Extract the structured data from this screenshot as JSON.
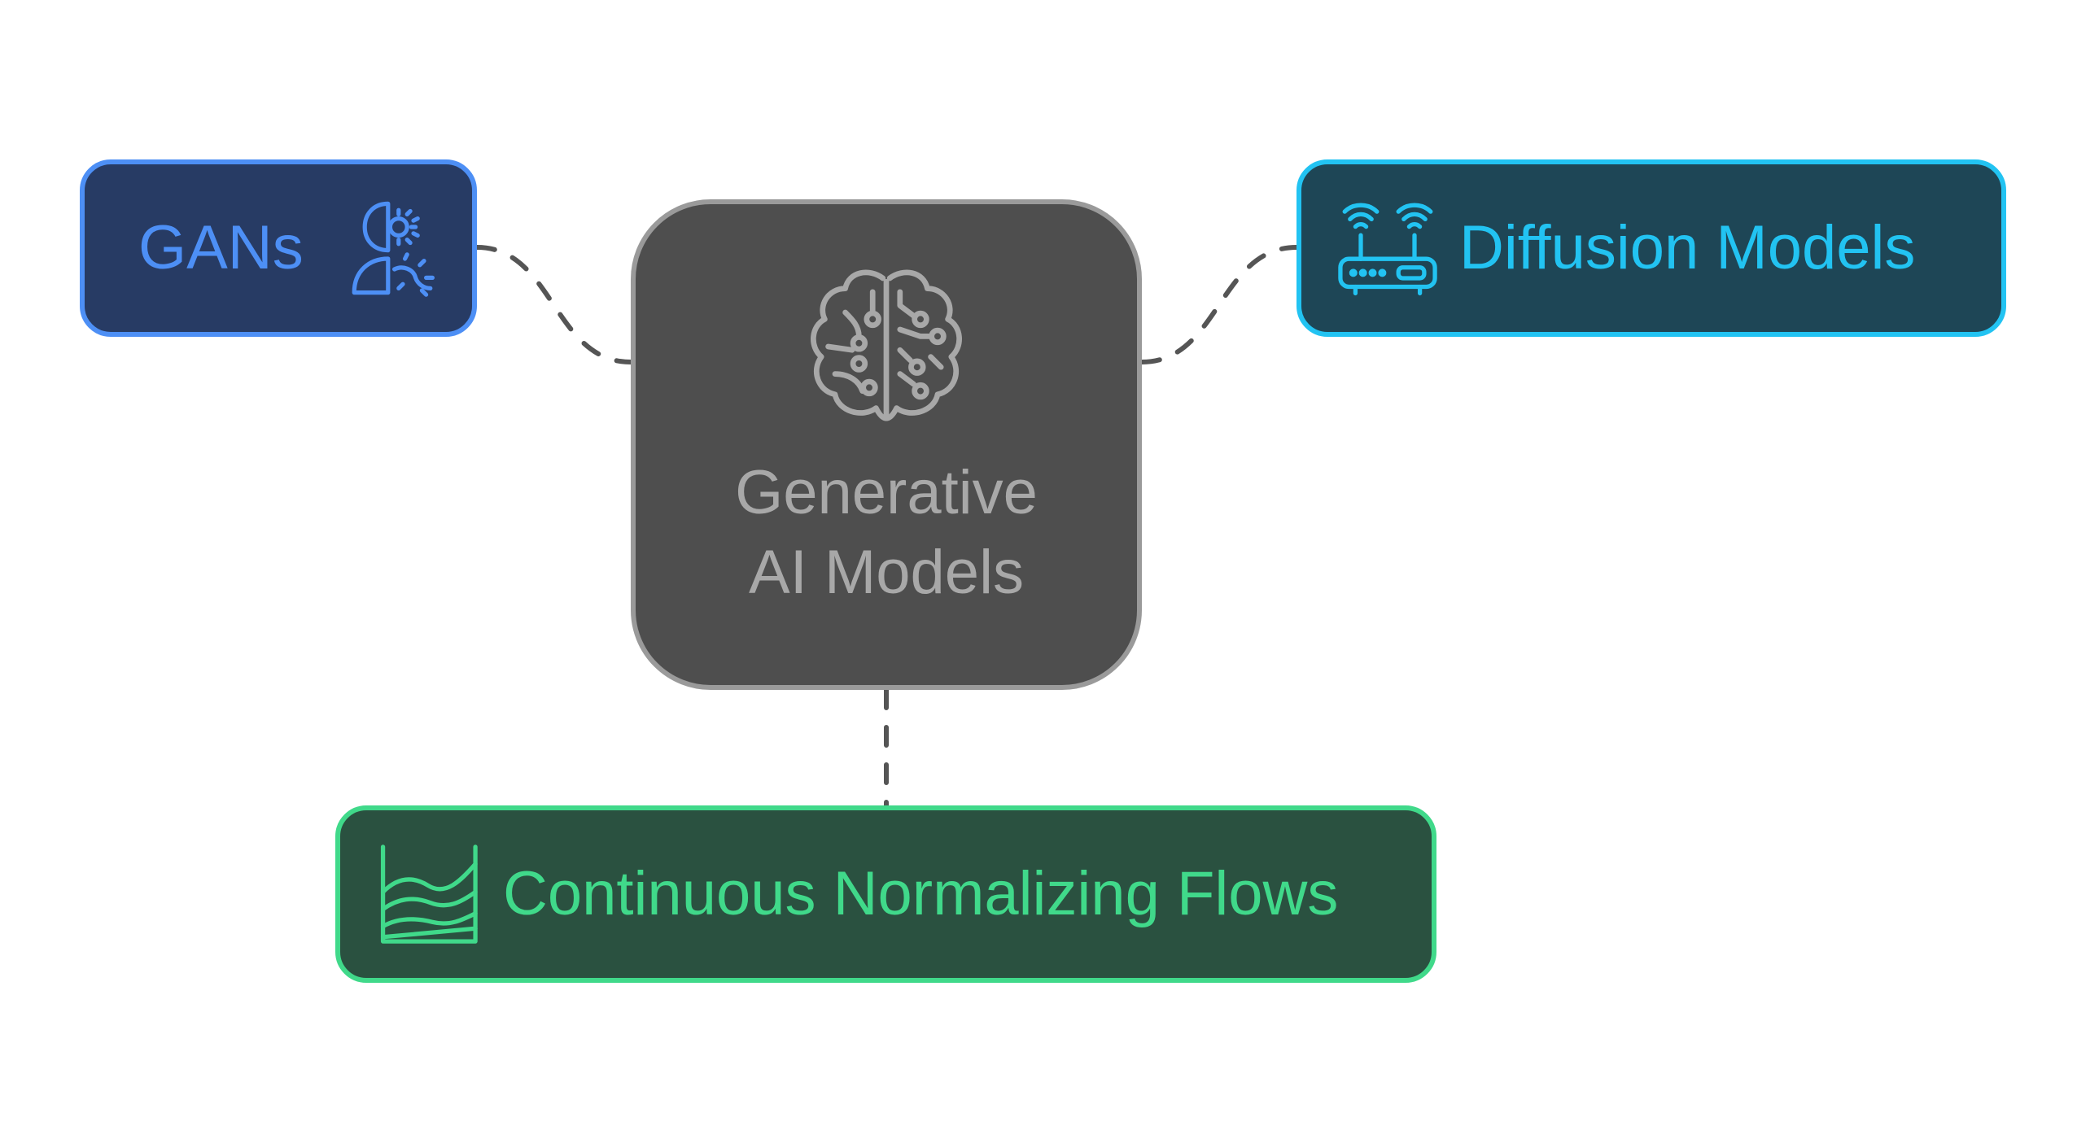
{
  "diagram": {
    "center": {
      "line1": "Generative",
      "line2": "AI Models",
      "icon": "brain-circuit-icon",
      "fill": "#4e4e4e",
      "border": "#9a9a9a"
    },
    "branches": [
      {
        "label": "GANs",
        "icon": "person-gear-icon",
        "fill": "#273b64",
        "accent": "#4d8ff5"
      },
      {
        "label": "Diffusion Models",
        "icon": "wifi-router-icon",
        "fill": "#1e4656",
        "accent": "#22c3f2"
      },
      {
        "label": "Continuous Normalizing Flows",
        "icon": "flow-chart-icon",
        "fill": "#2a5140",
        "accent": "#40d98a"
      }
    ],
    "connector_color": "#555555"
  }
}
